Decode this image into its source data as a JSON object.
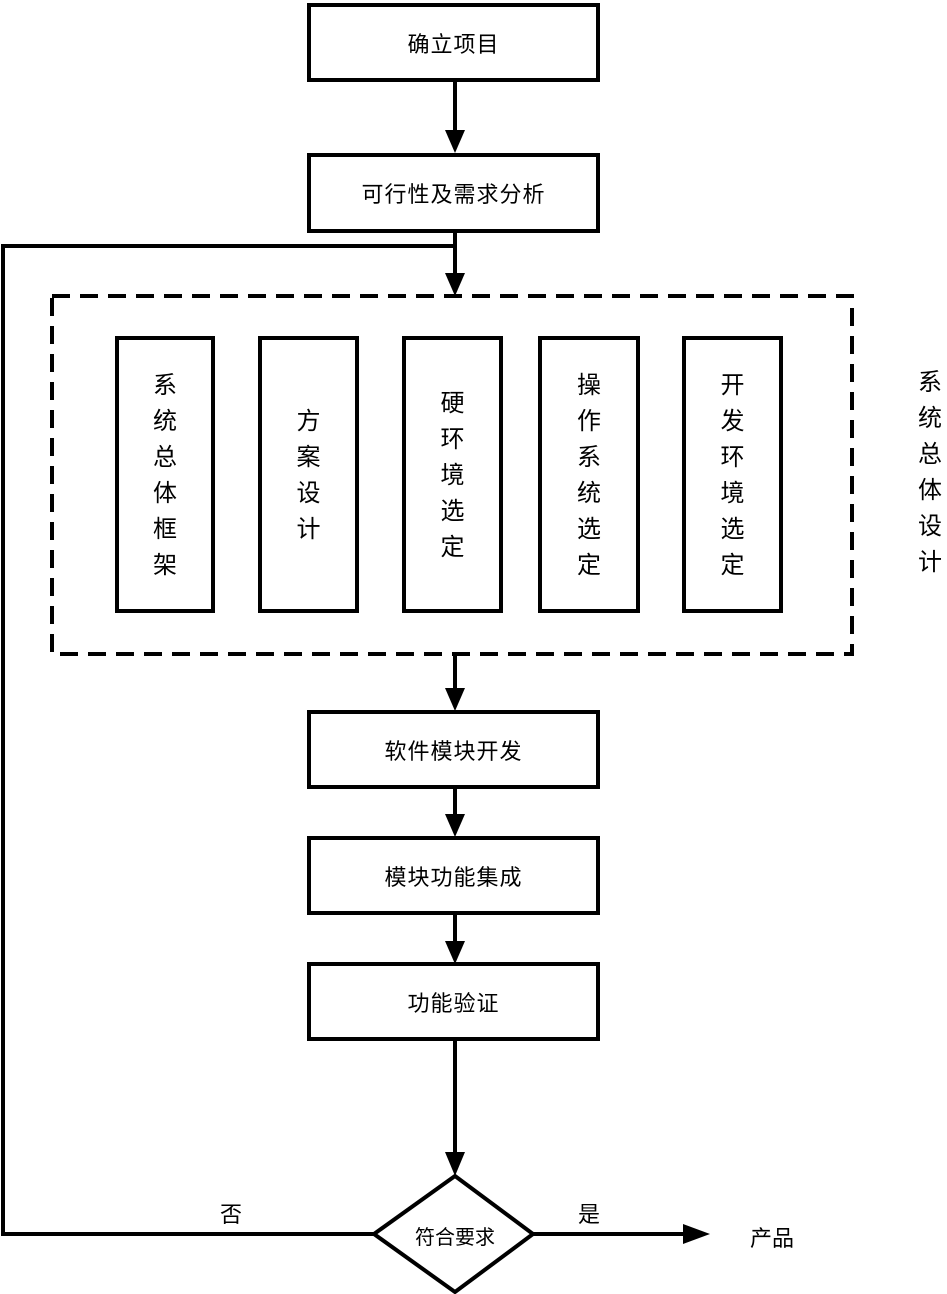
{
  "diagram": {
    "steps": {
      "establish_project": "确立项目",
      "feasibility_analysis": "可行性及需求分析",
      "software_module_dev": "软件模块开发",
      "module_integration": "模块功能集成",
      "function_verification": "功能验证"
    },
    "design_group": {
      "label": "系统总体设计",
      "items": [
        "系统总体框架",
        "方案设计",
        "硬环境选定",
        "操作系统选定",
        "开发环境选定"
      ]
    },
    "decision": {
      "label": "符合要求",
      "yes_label": "是",
      "no_label": "否"
    },
    "output": "产品"
  }
}
